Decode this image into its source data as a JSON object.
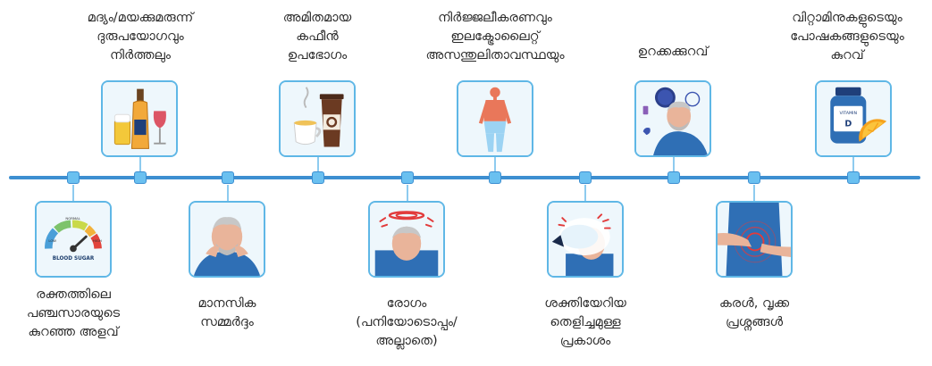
{
  "causes": [
    {
      "label": "രക്തത്തിലെ\nപഞ്ചസാരയുടെ\nകുറഞ്ഞ അളവ്",
      "icon": "blood-sugar-gauge-icon"
    },
    {
      "label": "മദ്യം/മയക്കുമരുന്ന്\nദുരുപയോഗവും\nനിർത്തലും",
      "icon": "alcohol-bottles-icon"
    },
    {
      "label": "മാനസിക\nസമ്മർദ്ദം",
      "icon": "stressed-man-icon"
    },
    {
      "label": "അമിതമായ\nകഫീൻ\nഉപഭോഗം",
      "icon": "coffee-cups-icon"
    },
    {
      "label": "രോഗം\n(പനിയോടൊപ്പം/\nഅല്ലാതെ)",
      "icon": "sick-man-icon"
    },
    {
      "label": "നിർജ്ജലീകരണവും\nഇലക്ട്രോലൈറ്റ്\nഅസന്തുലിതാവസ്ഥയും",
      "icon": "human-body-icon"
    },
    {
      "label": "ശക്തിയേറിയ\nതെളിച്ചമുള്ള\nപ്രകാശം",
      "icon": "bright-light-icon"
    },
    {
      "label": "ഉറക്കക്കുറവ്",
      "icon": "sleepless-man-icon"
    },
    {
      "label": "കരൾ, വൃക്ക\nപ്രശ്നങ്ങൾ",
      "icon": "abdominal-pain-icon"
    },
    {
      "label": "വിറ്റാമിനുകളുടെയും\nപോഷകങ്ങളുടെയും\nകുറവ്",
      "icon": "vitamin-d-icon"
    }
  ],
  "gauge_text": {
    "low": "LOW",
    "normal": "NORMAL",
    "high": "HIGH",
    "caption": "BLOOD SUGAR"
  },
  "vitamin_text": {
    "line1": "VITAMIN",
    "line2": "D"
  },
  "colors": {
    "timeline": "#3d8fd1",
    "node": "#6ac0f0",
    "card_border": "#5fb7e6",
    "card_bg": "#e9f5fc"
  }
}
